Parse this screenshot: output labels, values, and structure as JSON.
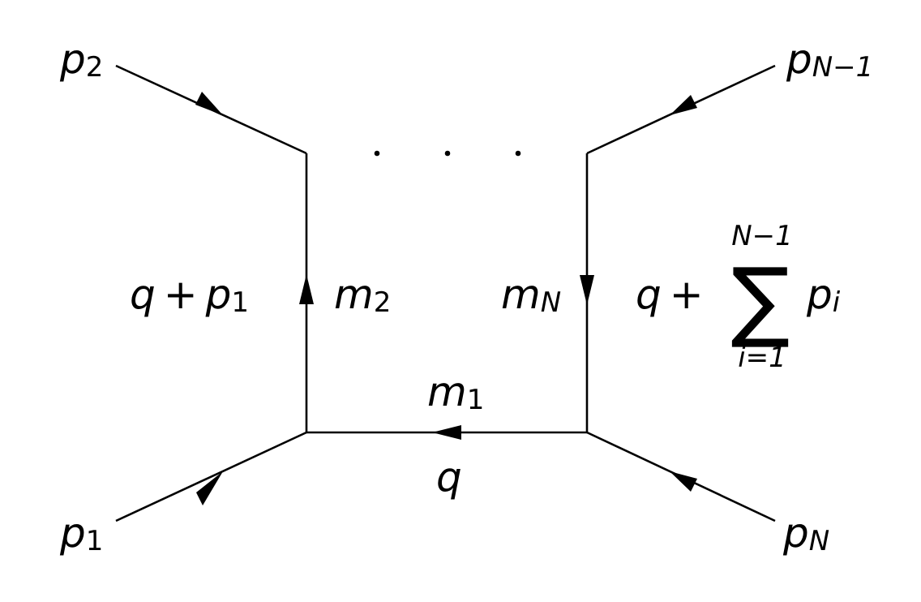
{
  "labels": {
    "p1_base": "p",
    "p1_sub": "1",
    "p2_base": "p",
    "p2_sub": "2",
    "pN1_base": "p",
    "pN1_sub": "N−1",
    "pN_base": "p",
    "pN_sub": "N",
    "left_mom_q": "q",
    "left_mom_plus": "+",
    "left_mom_p": "p",
    "left_mom_sub": "1",
    "m2_base": "m",
    "m2_sub": "2",
    "mN_base": "m",
    "mN_sub": "N",
    "m1_base": "m",
    "m1_sub": "1",
    "bottom_q": "q",
    "right_mom_q": "q",
    "right_mom_plus": "+",
    "sum_symbol": "∑",
    "sum_upper": "N−1",
    "sum_lower": "i=1",
    "right_mom_p": "p",
    "right_mom_sub": "i",
    "ellipsis_dots": ". . ."
  }
}
